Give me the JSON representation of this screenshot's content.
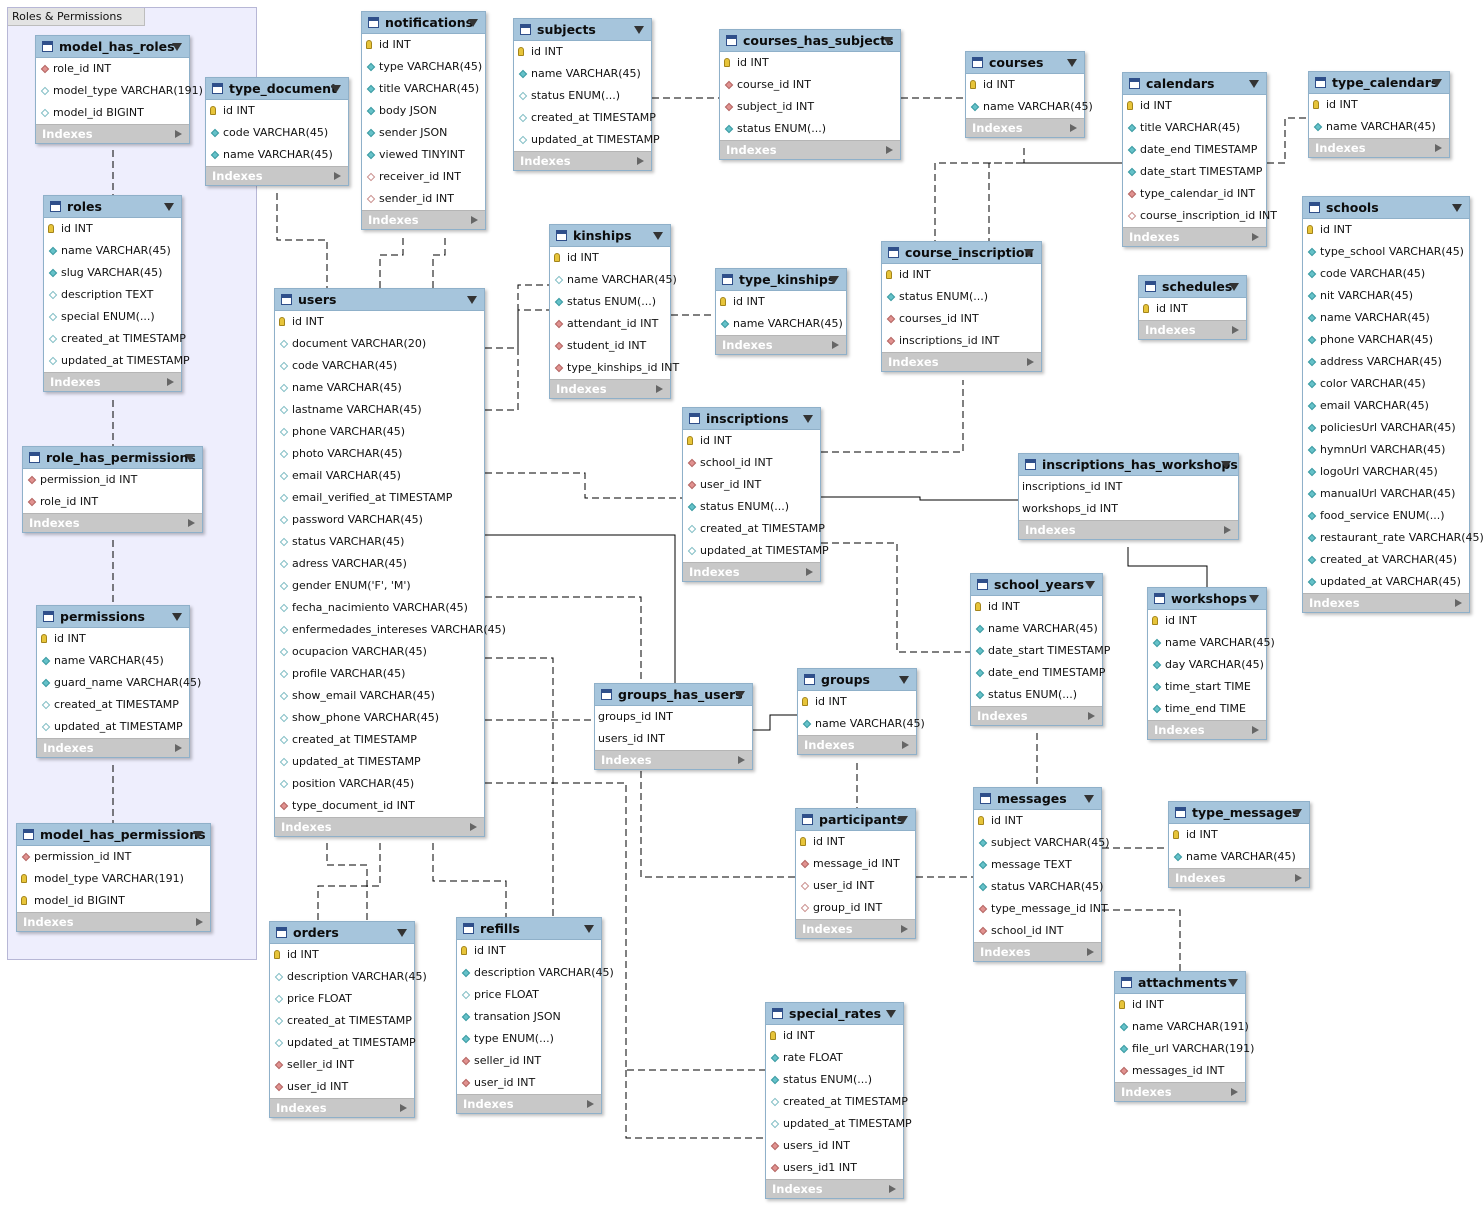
{
  "group": {
    "label": "Roles & Permissions"
  },
  "tables": [
    {
      "id": "model_has_roles",
      "name": "model_has_roles",
      "columns": [
        {
          "n": "role_id INT",
          "k": "fk"
        },
        {
          "n": "model_type VARCHAR(191)",
          "k": "nu"
        },
        {
          "n": "model_id BIGINT",
          "k": "nu"
        }
      ],
      "indexes": "Indexes"
    },
    {
      "id": "roles",
      "name": "roles",
      "columns": [
        {
          "n": "id INT",
          "k": "pk"
        },
        {
          "n": "name VARCHAR(45)",
          "k": "nn"
        },
        {
          "n": "slug VARCHAR(45)",
          "k": "nn"
        },
        {
          "n": "description TEXT",
          "k": "nu"
        },
        {
          "n": "special ENUM(...)",
          "k": "nu"
        },
        {
          "n": "created_at TIMESTAMP",
          "k": "nu"
        },
        {
          "n": "updated_at TIMESTAMP",
          "k": "nu"
        }
      ],
      "indexes": "Indexes"
    },
    {
      "id": "role_has_permissions",
      "name": "role_has_permissions",
      "columns": [
        {
          "n": "permission_id INT",
          "k": "fk"
        },
        {
          "n": "role_id INT",
          "k": "fk"
        }
      ],
      "indexes": "Indexes"
    },
    {
      "id": "permissions",
      "name": "permissions",
      "columns": [
        {
          "n": "id INT",
          "k": "pk"
        },
        {
          "n": "name VARCHAR(45)",
          "k": "nn"
        },
        {
          "n": "guard_name VARCHAR(45)",
          "k": "nn"
        },
        {
          "n": "created_at TIMESTAMP",
          "k": "nu"
        },
        {
          "n": "updated_at TIMESTAMP",
          "k": "nu"
        }
      ],
      "indexes": "Indexes"
    },
    {
      "id": "model_has_permissions",
      "name": "model_has_permissions",
      "columns": [
        {
          "n": "permission_id INT",
          "k": "fk"
        },
        {
          "n": "model_type VARCHAR(191)",
          "k": "pk"
        },
        {
          "n": "model_id BIGINT",
          "k": "pk"
        }
      ],
      "indexes": "Indexes"
    },
    {
      "id": "type_document",
      "name": "type_document",
      "columns": [
        {
          "n": "id INT",
          "k": "pk"
        },
        {
          "n": "code VARCHAR(45)",
          "k": "nn"
        },
        {
          "n": "name VARCHAR(45)",
          "k": "nn"
        }
      ],
      "indexes": "Indexes"
    },
    {
      "id": "notifications",
      "name": "notifications",
      "columns": [
        {
          "n": "id INT",
          "k": "pk"
        },
        {
          "n": "type VARCHAR(45)",
          "k": "nn"
        },
        {
          "n": "title VARCHAR(45)",
          "k": "nn"
        },
        {
          "n": "body JSON",
          "k": "nn"
        },
        {
          "n": "sender JSON",
          "k": "nn"
        },
        {
          "n": "viewed TINYINT",
          "k": "nn"
        },
        {
          "n": "receiver_id INT",
          "k": "fkn"
        },
        {
          "n": "sender_id INT",
          "k": "fkn"
        }
      ],
      "indexes": "Indexes"
    },
    {
      "id": "subjects",
      "name": "subjects",
      "columns": [
        {
          "n": "id INT",
          "k": "pk"
        },
        {
          "n": "name VARCHAR(45)",
          "k": "nn"
        },
        {
          "n": "status ENUM(...)",
          "k": "nu"
        },
        {
          "n": "created_at TIMESTAMP",
          "k": "nu"
        },
        {
          "n": "updated_at TIMESTAMP",
          "k": "nu"
        }
      ],
      "indexes": "Indexes"
    },
    {
      "id": "courses_has_subjects",
      "name": "courses_has_subjects",
      "columns": [
        {
          "n": "id INT",
          "k": "pk"
        },
        {
          "n": "course_id INT",
          "k": "fk"
        },
        {
          "n": "subject_id INT",
          "k": "fk"
        },
        {
          "n": "status ENUM(...)",
          "k": "nn"
        }
      ],
      "indexes": "Indexes"
    },
    {
      "id": "courses",
      "name": "courses",
      "columns": [
        {
          "n": "id INT",
          "k": "pk"
        },
        {
          "n": "name VARCHAR(45)",
          "k": "nn"
        }
      ],
      "indexes": "Indexes"
    },
    {
      "id": "calendars",
      "name": "calendars",
      "columns": [
        {
          "n": "id INT",
          "k": "pk"
        },
        {
          "n": "title VARCHAR(45)",
          "k": "nn"
        },
        {
          "n": "date_end TIMESTAMP",
          "k": "nn"
        },
        {
          "n": "date_start TIMESTAMP",
          "k": "nn"
        },
        {
          "n": "type_calendar_id INT",
          "k": "fk"
        },
        {
          "n": "course_inscription_id INT",
          "k": "fkn"
        }
      ],
      "indexes": "Indexes"
    },
    {
      "id": "type_calendars",
      "name": "type_calendars",
      "columns": [
        {
          "n": "id INT",
          "k": "pk"
        },
        {
          "n": "name VARCHAR(45)",
          "k": "nn"
        }
      ],
      "indexes": "Indexes"
    },
    {
      "id": "schools",
      "name": "schools",
      "columns": [
        {
          "n": "id INT",
          "k": "pk"
        },
        {
          "n": "type_school VARCHAR(45)",
          "k": "nn"
        },
        {
          "n": "code VARCHAR(45)",
          "k": "nn"
        },
        {
          "n": "nit VARCHAR(45)",
          "k": "nn"
        },
        {
          "n": "name VARCHAR(45)",
          "k": "nn"
        },
        {
          "n": "phone VARCHAR(45)",
          "k": "nn"
        },
        {
          "n": "address VARCHAR(45)",
          "k": "nn"
        },
        {
          "n": "color VARCHAR(45)",
          "k": "nn"
        },
        {
          "n": "email VARCHAR(45)",
          "k": "nn"
        },
        {
          "n": "policiesUrl VARCHAR(45)",
          "k": "nn"
        },
        {
          "n": "hymnUrl VARCHAR(45)",
          "k": "nn"
        },
        {
          "n": "logoUrl VARCHAR(45)",
          "k": "nn"
        },
        {
          "n": "manualUrl VARCHAR(45)",
          "k": "nn"
        },
        {
          "n": "food_service ENUM(...)",
          "k": "nn"
        },
        {
          "n": "restaurant_rate VARCHAR(45)",
          "k": "nn"
        },
        {
          "n": "created_at VARCHAR(45)",
          "k": "nn"
        },
        {
          "n": "updated_at VARCHAR(45)",
          "k": "nn"
        }
      ],
      "indexes": "Indexes"
    },
    {
      "id": "users",
      "name": "users",
      "columns": [
        {
          "n": "id INT",
          "k": "pk"
        },
        {
          "n": "document VARCHAR(20)",
          "k": "nu"
        },
        {
          "n": "code VARCHAR(45)",
          "k": "nu"
        },
        {
          "n": "name VARCHAR(45)",
          "k": "nu"
        },
        {
          "n": "lastname VARCHAR(45)",
          "k": "nu"
        },
        {
          "n": "phone VARCHAR(45)",
          "k": "nu"
        },
        {
          "n": "photo VARCHAR(45)",
          "k": "nu"
        },
        {
          "n": "email VARCHAR(45)",
          "k": "nu"
        },
        {
          "n": "email_verified_at TIMESTAMP",
          "k": "nu"
        },
        {
          "n": "password VARCHAR(45)",
          "k": "nu"
        },
        {
          "n": "status VARCHAR(45)",
          "k": "nu"
        },
        {
          "n": "adress VARCHAR(45)",
          "k": "nu"
        },
        {
          "n": "gender ENUM('F', 'M')",
          "k": "nu"
        },
        {
          "n": "fecha_nacimiento VARCHAR(45)",
          "k": "nu"
        },
        {
          "n": "enfermedades_intereses VARCHAR(45)",
          "k": "nu"
        },
        {
          "n": "ocupacion VARCHAR(45)",
          "k": "nu"
        },
        {
          "n": "profile VARCHAR(45)",
          "k": "nu"
        },
        {
          "n": "show_email VARCHAR(45)",
          "k": "nu"
        },
        {
          "n": "show_phone VARCHAR(45)",
          "k": "nu"
        },
        {
          "n": "created_at TIMESTAMP",
          "k": "nu"
        },
        {
          "n": "updated_at TIMESTAMP",
          "k": "nu"
        },
        {
          "n": "position VARCHAR(45)",
          "k": "nu"
        },
        {
          "n": "type_document_id INT",
          "k": "fk"
        }
      ],
      "indexes": "Indexes"
    },
    {
      "id": "kinships",
      "name": "kinships",
      "columns": [
        {
          "n": "id INT",
          "k": "pk"
        },
        {
          "n": "name VARCHAR(45)",
          "k": "nu"
        },
        {
          "n": "status ENUM(...)",
          "k": "nn"
        },
        {
          "n": "attendant_id INT",
          "k": "fk"
        },
        {
          "n": "student_id INT",
          "k": "fk"
        },
        {
          "n": "type_kinships_id INT",
          "k": "fk"
        }
      ],
      "indexes": "Indexes"
    },
    {
      "id": "type_kinships",
      "name": "type_kinships",
      "columns": [
        {
          "n": "id INT",
          "k": "pk"
        },
        {
          "n": "name VARCHAR(45)",
          "k": "nn"
        }
      ],
      "indexes": "Indexes"
    },
    {
      "id": "course_inscription",
      "name": "course_inscription",
      "columns": [
        {
          "n": "id INT",
          "k": "pk"
        },
        {
          "n": "status ENUM(...)",
          "k": "nn"
        },
        {
          "n": "courses_id INT",
          "k": "fk"
        },
        {
          "n": "inscriptions_id INT",
          "k": "fk"
        }
      ],
      "indexes": "Indexes"
    },
    {
      "id": "schedules",
      "name": "schedules",
      "columns": [
        {
          "n": "id INT",
          "k": "pk"
        }
      ],
      "indexes": "Indexes"
    },
    {
      "id": "inscriptions",
      "name": "inscriptions",
      "columns": [
        {
          "n": "id INT",
          "k": "pk"
        },
        {
          "n": "school_id INT",
          "k": "fk"
        },
        {
          "n": "user_id INT",
          "k": "fk"
        },
        {
          "n": "status ENUM(...)",
          "k": "nn"
        },
        {
          "n": "created_at TIMESTAMP",
          "k": "nu"
        },
        {
          "n": "updated_at TIMESTAMP",
          "k": "nu"
        }
      ],
      "indexes": "Indexes"
    },
    {
      "id": "inscriptions_has_workshops",
      "name": "inscriptions_has_workshops",
      "columns": [
        {
          "n": "inscriptions_id INT",
          "k": "none"
        },
        {
          "n": "workshops_id INT",
          "k": "none"
        }
      ],
      "indexes": "Indexes"
    },
    {
      "id": "school_years",
      "name": "school_years",
      "columns": [
        {
          "n": "id INT",
          "k": "pk"
        },
        {
          "n": "name VARCHAR(45)",
          "k": "nn"
        },
        {
          "n": "date_start TIMESTAMP",
          "k": "nn"
        },
        {
          "n": "date_end TIMESTAMP",
          "k": "nn"
        },
        {
          "n": "status ENUM(...)",
          "k": "nn"
        }
      ],
      "indexes": "Indexes"
    },
    {
      "id": "workshops",
      "name": "workshops",
      "columns": [
        {
          "n": "id INT",
          "k": "pk"
        },
        {
          "n": "name VARCHAR(45)",
          "k": "nn"
        },
        {
          "n": "day VARCHAR(45)",
          "k": "nn"
        },
        {
          "n": "time_start TIME",
          "k": "nn"
        },
        {
          "n": "time_end TIME",
          "k": "nn"
        }
      ],
      "indexes": "Indexes"
    },
    {
      "id": "groups_has_users",
      "name": "groups_has_users",
      "columns": [
        {
          "n": "groups_id INT",
          "k": "none"
        },
        {
          "n": "users_id INT",
          "k": "none"
        }
      ],
      "indexes": "Indexes"
    },
    {
      "id": "groups",
      "name": "groups",
      "columns": [
        {
          "n": "id INT",
          "k": "pk"
        },
        {
          "n": "name VARCHAR(45)",
          "k": "nn"
        }
      ],
      "indexes": "Indexes"
    },
    {
      "id": "participants",
      "name": "participants",
      "columns": [
        {
          "n": "id INT",
          "k": "pk"
        },
        {
          "n": "message_id INT",
          "k": "fk"
        },
        {
          "n": "user_id INT",
          "k": "fkn"
        },
        {
          "n": "group_id INT",
          "k": "fkn"
        }
      ],
      "indexes": "Indexes"
    },
    {
      "id": "messages",
      "name": "messages",
      "columns": [
        {
          "n": "id INT",
          "k": "pk"
        },
        {
          "n": "subject VARCHAR(45)",
          "k": "nn"
        },
        {
          "n": "message TEXT",
          "k": "nn"
        },
        {
          "n": "status VARCHAR(45)",
          "k": "nn"
        },
        {
          "n": "type_message_id INT",
          "k": "fk"
        },
        {
          "n": "school_id INT",
          "k": "fk"
        }
      ],
      "indexes": "Indexes"
    },
    {
      "id": "type_messages",
      "name": "type_messages",
      "columns": [
        {
          "n": "id INT",
          "k": "pk"
        },
        {
          "n": "name VARCHAR(45)",
          "k": "nn"
        }
      ],
      "indexes": "Indexes"
    },
    {
      "id": "attachments",
      "name": "attachments",
      "columns": [
        {
          "n": "id INT",
          "k": "pk"
        },
        {
          "n": "name VARCHAR(191)",
          "k": "nn"
        },
        {
          "n": "file_url VARCHAR(191)",
          "k": "nn"
        },
        {
          "n": "messages_id INT",
          "k": "fk"
        }
      ],
      "indexes": "Indexes"
    },
    {
      "id": "orders",
      "name": "orders",
      "columns": [
        {
          "n": "id INT",
          "k": "pk"
        },
        {
          "n": "description VARCHAR(45)",
          "k": "nu"
        },
        {
          "n": "price FLOAT",
          "k": "nu"
        },
        {
          "n": "created_at TIMESTAMP",
          "k": "nu"
        },
        {
          "n": "updated_at TIMESTAMP",
          "k": "nu"
        },
        {
          "n": "seller_id INT",
          "k": "fk"
        },
        {
          "n": "user_id INT",
          "k": "fk"
        }
      ],
      "indexes": "Indexes"
    },
    {
      "id": "refills",
      "name": "refills",
      "columns": [
        {
          "n": "id INT",
          "k": "pk"
        },
        {
          "n": "description VARCHAR(45)",
          "k": "nn"
        },
        {
          "n": "price FLOAT",
          "k": "nu"
        },
        {
          "n": "transation JSON",
          "k": "nn"
        },
        {
          "n": "type ENUM(...)",
          "k": "nn"
        },
        {
          "n": "seller_id INT",
          "k": "fk"
        },
        {
          "n": "user_id INT",
          "k": "fk"
        }
      ],
      "indexes": "Indexes"
    },
    {
      "id": "special_rates",
      "name": "special_rates",
      "columns": [
        {
          "n": "id INT",
          "k": "pk"
        },
        {
          "n": "rate FLOAT",
          "k": "nn"
        },
        {
          "n": "status ENUM(...)",
          "k": "nn"
        },
        {
          "n": "created_at TIMESTAMP",
          "k": "nu"
        },
        {
          "n": "updated_at TIMESTAMP",
          "k": "nu"
        },
        {
          "n": "users_id INT",
          "k": "fk"
        },
        {
          "n": "users_id1 INT",
          "k": "fk"
        }
      ],
      "indexes": "Indexes"
    }
  ]
}
